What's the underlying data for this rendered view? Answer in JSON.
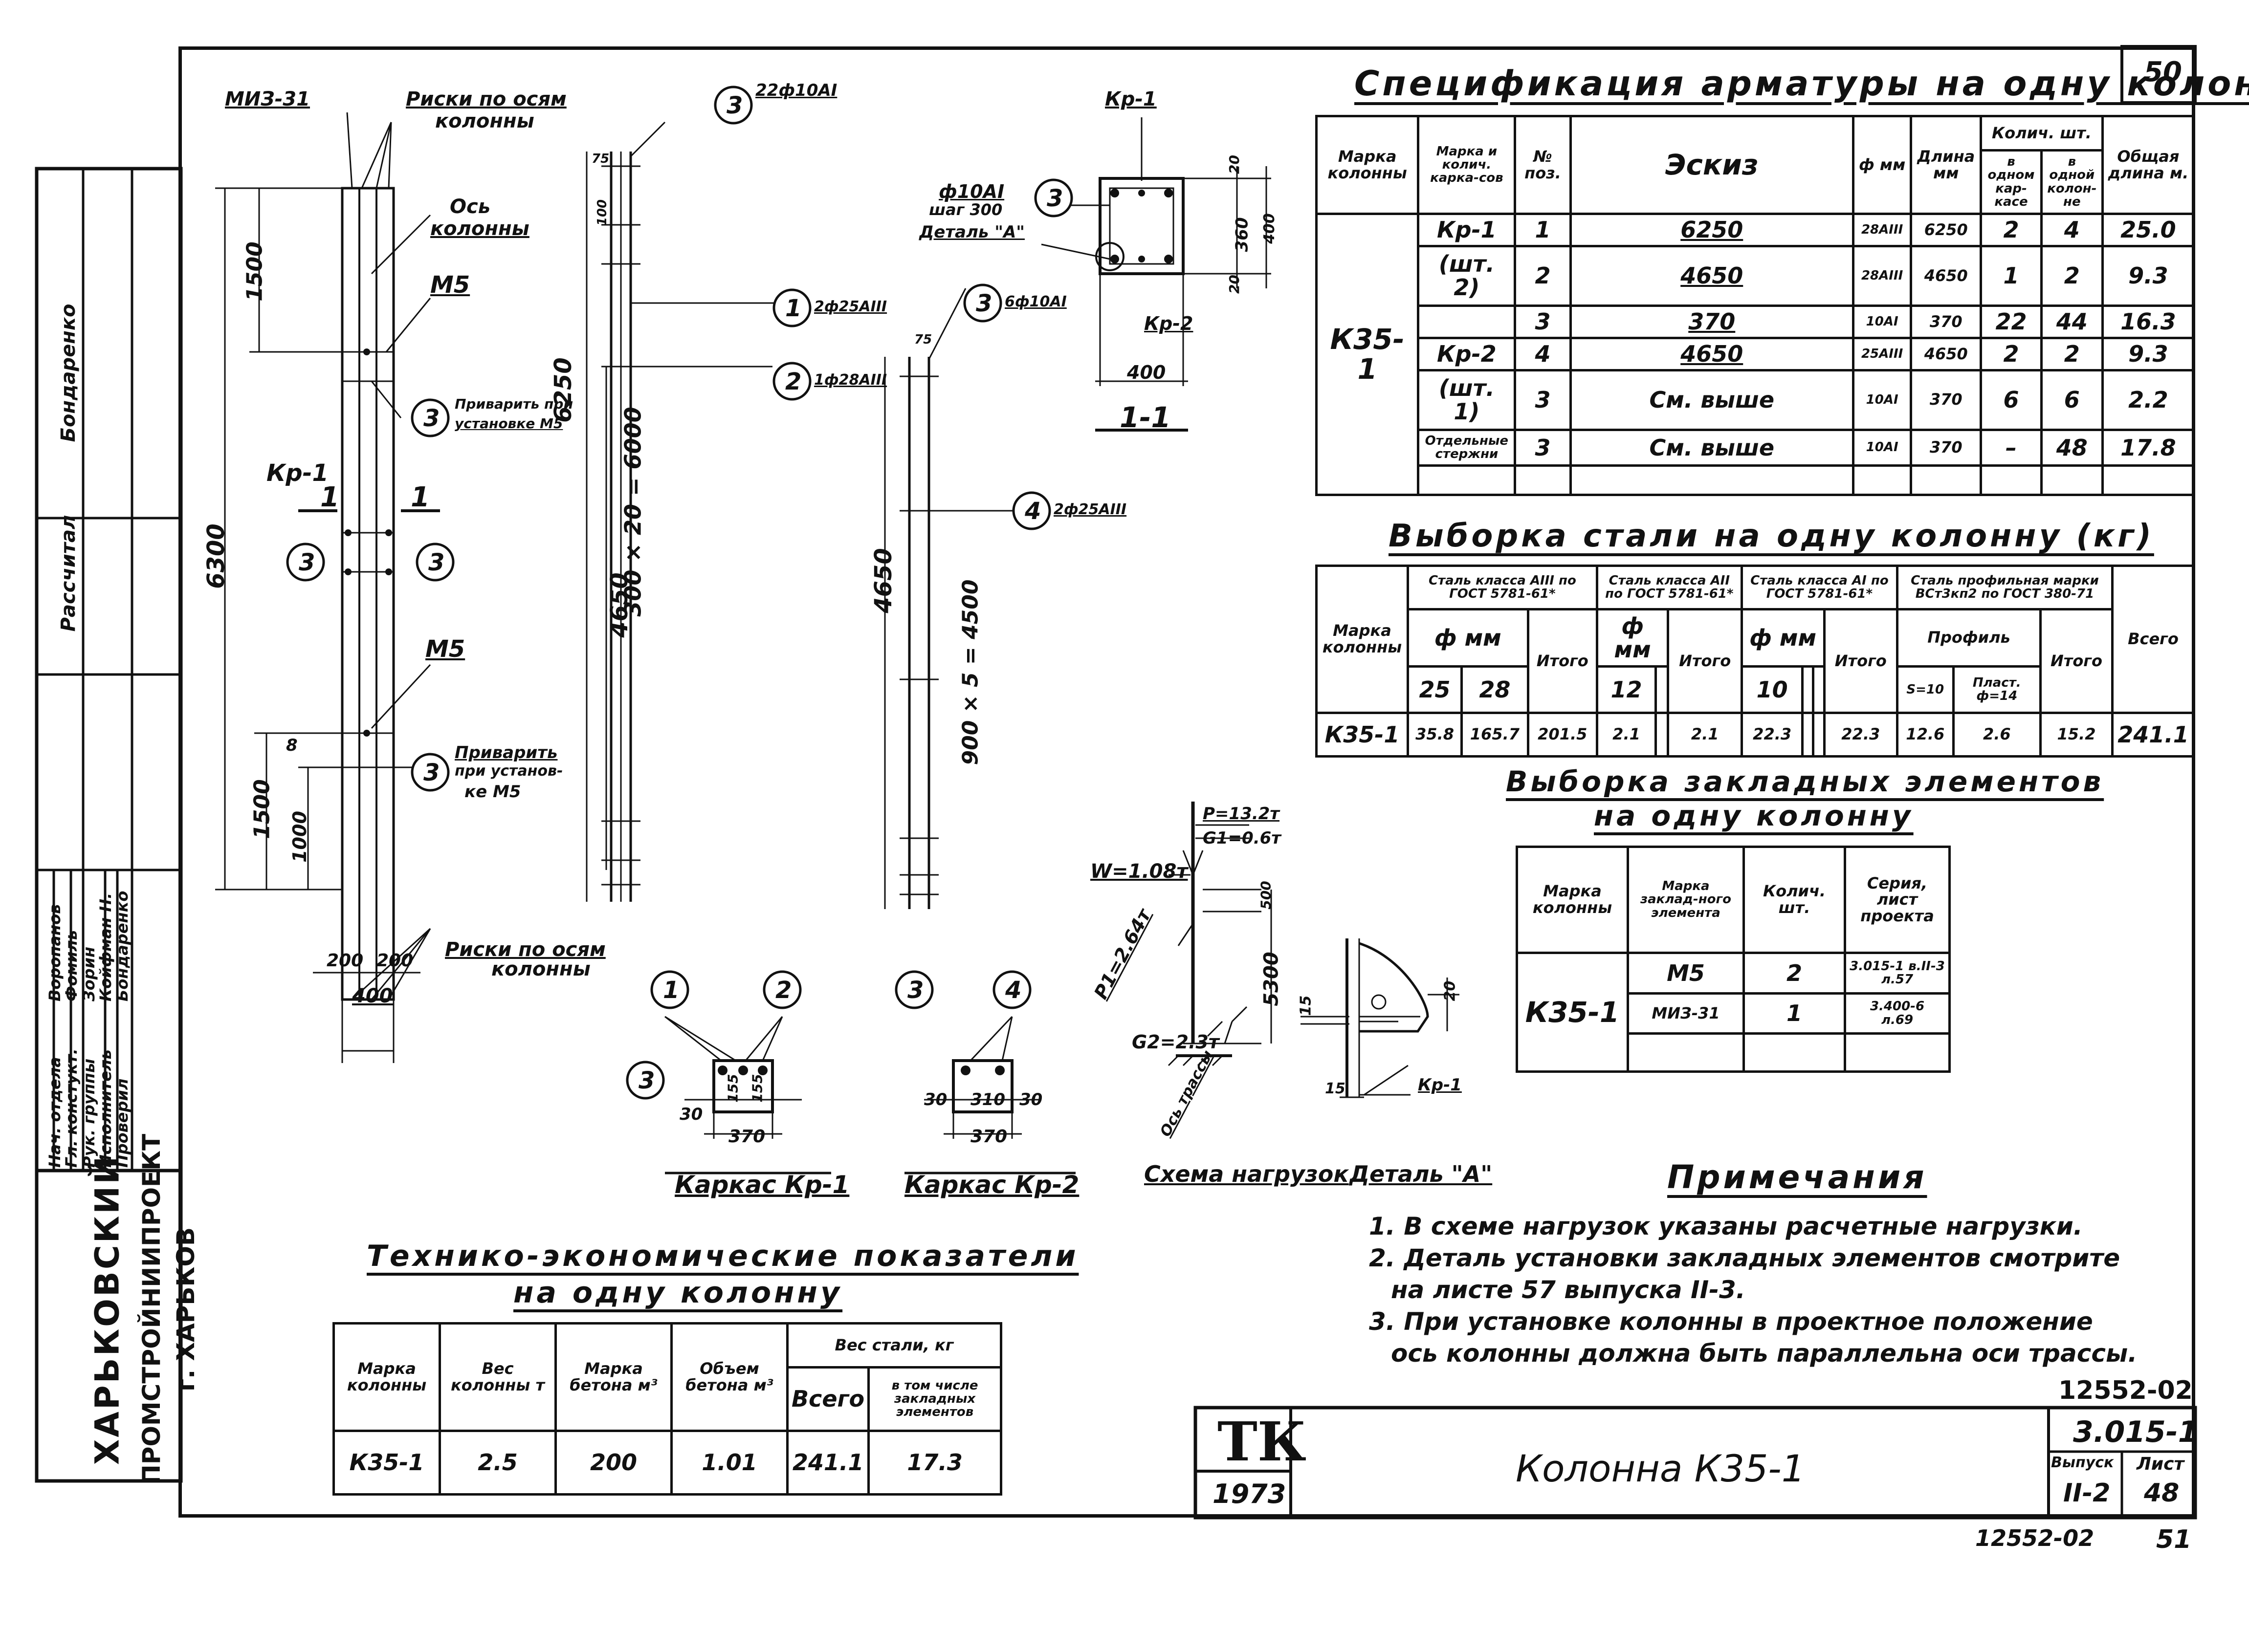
{
  "sheet_number_top": "50",
  "sheet_number_bottom": "51",
  "archive_code_right": "12552-02",
  "archive_code_bottom": "12552-02",
  "org": {
    "name1": "ХАРЬКОВСКИЙ",
    "name2": "ПРОМСТРОЙНИИПРОЕКТ",
    "city": "г. ХАРЬКОВ"
  },
  "side_stamp": {
    "roles": [
      "Нач. отдела",
      "Гл. констукт.",
      "Рук. группы",
      "Исполнитель",
      "Проверил"
    ],
    "names": [
      "Воропанов",
      "Фомиль",
      "Зорин",
      "Койфман Н.",
      "Бондаренко"
    ],
    "calc_label": "Рассчитал",
    "calc_name": "Бондаренко"
  },
  "drawing_labels": {
    "miz31": "МИЗ-31",
    "riski_top": "Риски по осям",
    "kolonny": "колонны",
    "os": "Ось",
    "kolonny2": "колонны",
    "m5_top": "М5",
    "m5_bottom": "М5",
    "privarit1": "Приварить при",
    "privarit1b": "установке М5",
    "privarit2": "Приварить",
    "privarit2b": "при установ-",
    "privarit2c": "ке М5",
    "riski_bottom": "Риски по осям",
    "kolonny_bottom": "колонны",
    "kr1": "Кр-1",
    "section": "1",
    "pos3": "3",
    "dim_6300": "6300",
    "dim_1500_top": "1500",
    "dim_1500_bot": "1500",
    "dim_1000": "1000",
    "dim_8": "8",
    "dim_200a": "200",
    "dim_200b": "200",
    "dim_400": "400",
    "bar_top": "22ф10АI",
    "dim_75": "75",
    "dim_100": "100",
    "dim_6250": "6250",
    "dim_300x20": "300 × 20 = 6000",
    "dim_4650": "4650",
    "pos1_label": "2ф25АIII",
    "pos2_label": "1ф28АIII",
    "pos3b_label": "6ф10АI",
    "pos4_label": "2ф25АIII",
    "dim_4650b": "4650",
    "dim_900x5": "900 × 5 = 4500",
    "d10": "ф10АI",
    "shag": "шаг 300",
    "detal": "Деталь \"А\"",
    "kr1_sec": "Кр-1",
    "kr2_sec": "Кр-2",
    "dim_360": "360",
    "dim_20a": "20",
    "dim_20b": "20",
    "dim_400b": "400",
    "dim_400c": "400",
    "sec_11": "1-1",
    "kark1_title": "Каркас Кр-1",
    "kark2_title": "Каркас Кр-2",
    "d30a": "30",
    "d155a": "155",
    "d155b": "155",
    "d370a": "370",
    "d30b": "30",
    "d310": "310",
    "d30c": "30",
    "d370b": "370",
    "load_title": "Схема нагрузок",
    "detal_title": "Деталь \"А\"",
    "P": "P=13.2т",
    "G1": "G1=0.6т",
    "W": "W=1.08т",
    "P1": "P1=2.64т",
    "G2": "G2=2.3т",
    "os_trassy": "Ось трассы",
    "dim_5300": "5300",
    "dim_500": "500",
    "d15a": "15",
    "d15b": "15",
    "d20c": "20",
    "kr1_det": "Кр-1"
  },
  "spec": {
    "title": "Спецификация арматуры на одну колонну",
    "headers": {
      "marka_kol": "Марка колонны",
      "marka_kark": "Марка и колич. карка-сов",
      "npoz": "№ поз.",
      "eskiz": "Эскиз",
      "phi": "ф мм",
      "dlina": "Длина мм",
      "kolich": "Колич. шт.",
      "v_odnom": "в одном кар-касе",
      "v_odnoi": "в одной колон-не",
      "obsh": "Общая длина м."
    },
    "kolonna": "К35-1",
    "rows": [
      {
        "kark": "Кр-1",
        "poz": "1",
        "eskiz": "6250",
        "phi": "28АIII",
        "dl": "6250",
        "n1": "2",
        "n2": "4",
        "obsh": "25.0"
      },
      {
        "kark": "(шт. 2)",
        "poz": "2",
        "eskiz": "4650",
        "phi": "28АIII",
        "dl": "4650",
        "n1": "1",
        "n2": "2",
        "obsh": "9.3"
      },
      {
        "kark": "",
        "poz": "3",
        "eskiz": "370",
        "phi": "10АI",
        "dl": "370",
        "n1": "22",
        "n2": "44",
        "obsh": "16.3"
      },
      {
        "kark": "Кр-2",
        "poz": "4",
        "eskiz": "4650",
        "phi": "25АIII",
        "dl": "4650",
        "n1": "2",
        "n2": "2",
        "obsh": "9.3"
      },
      {
        "kark": "(шт. 1)",
        "poz": "3",
        "eskiz": "См. выше",
        "phi": "10АI",
        "dl": "370",
        "n1": "6",
        "n2": "6",
        "obsh": "2.2"
      },
      {
        "kark": "Отдельные стержни",
        "poz": "3",
        "eskiz": "См. выше",
        "phi": "10АI",
        "dl": "370",
        "n1": "–",
        "n2": "48",
        "obsh": "17.8"
      }
    ]
  },
  "steel": {
    "title": "Выборка стали на одну колонну (кг)",
    "h_marka": "Марка колонны",
    "h_a3": "Сталь класса АIII по ГОСТ 5781-61*",
    "h_a2": "Сталь класса АII по ГОСТ 5781-61*",
    "h_a1": "Сталь класса АI по ГОСТ 5781-61*",
    "h_prof": "Сталь профильная марки ВСт3кп2 по ГОСТ 380-71",
    "h_phimm": "ф мм",
    "h_itogo": "Итого",
    "h_profil": "Профиль",
    "h_s10": "S=10",
    "h_pl": "Пласт. ф=14",
    "h_vsego": "Всего",
    "c25": "25",
    "c28": "28",
    "c12": "12",
    "c10": "10",
    "row": {
      "marka": "К35-1",
      "v25": "35.8",
      "v28": "165.7",
      "it1": "201.5",
      "v12": "2.1",
      "it2": "2.1",
      "v10": "22.3",
      "it3": "22.3",
      "s10": "12.6",
      "pl": "2.6",
      "it4": "15.2",
      "vsego": "241.1"
    }
  },
  "zakl": {
    "title1": "Выборка закладных элементов",
    "title2": "на одну колонну",
    "h_marka": "Марка колонны",
    "h_zakl": "Марка заклад-ного элемента",
    "h_kol": "Колич. шт.",
    "h_seria": "Серия, лист проекта",
    "kolonna": "К35-1",
    "rows": [
      {
        "m": "М5",
        "n": "2",
        "s1": "3.015-1 в.II-3",
        "s2": "л.57"
      },
      {
        "m": "МИЗ-31",
        "n": "1",
        "s1": "3.400-6",
        "s2": "л.69"
      }
    ]
  },
  "tep": {
    "title1": "Технико-экономические показатели",
    "title2": "на одну колонну",
    "h_marka": "Марка колонны",
    "h_ves": "Вес колонны т",
    "h_beton": "Марка бетона м³",
    "h_obem": "Объем бетона м³",
    "h_vesstali": "Вес стали, кг",
    "h_vsego": "Всего",
    "h_vtom": "в том числе закладных элементов",
    "row": {
      "marka": "К35-1",
      "ves": "2.5",
      "beton": "200",
      "obem": "1.01",
      "vsego": "241.1",
      "zakl": "17.3"
    }
  },
  "notes": {
    "title": "Примечания",
    "n1": "1. В схеме нагрузок указаны расчетные нагрузки.",
    "n2": "2. Деталь установки закладных элементов смотрите",
    "n2b": "на листе 57 выпуска II-3.",
    "n3": "3. При установке колонны в проектное положение",
    "n3b": "ось колонны должна быть параллельна оси трассы."
  },
  "title_block": {
    "logo": "ТК",
    "year": "1973",
    "name": "Колонна К35-1",
    "series": "3.015-1",
    "vypusk_label": "Выпуск",
    "vypusk": "II-2",
    "list_label": "Лист",
    "list": "48"
  }
}
